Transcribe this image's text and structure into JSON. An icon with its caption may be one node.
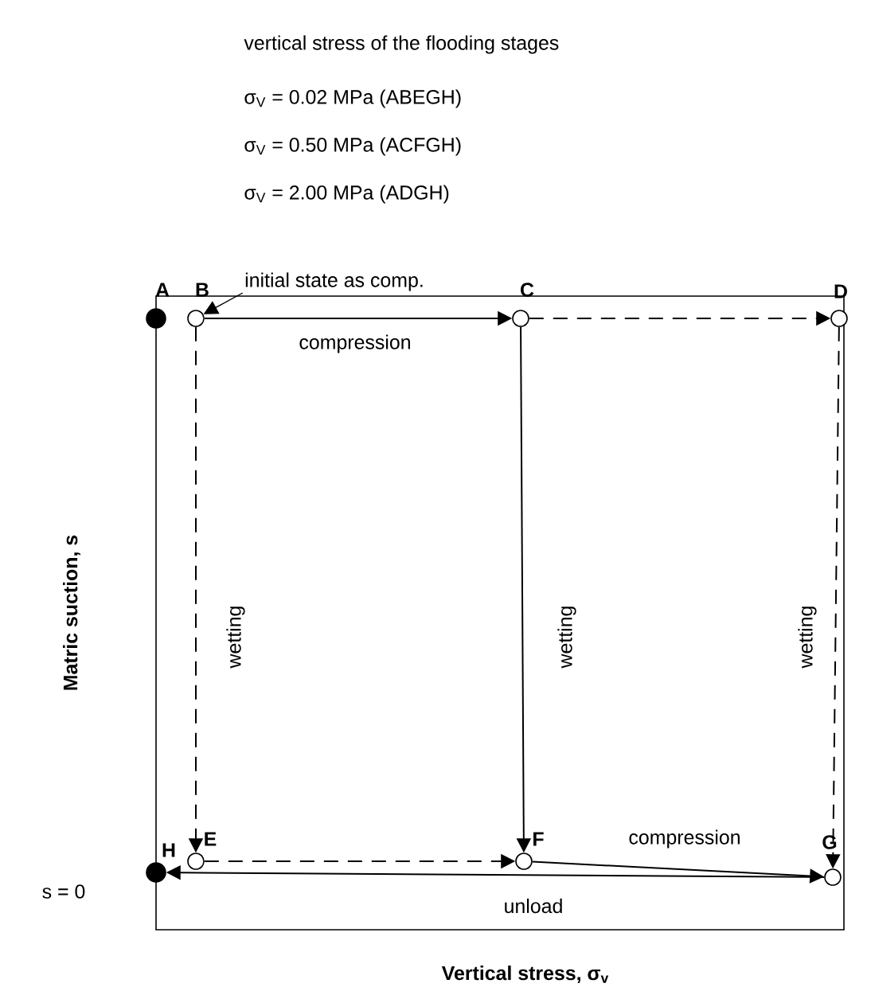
{
  "diagram": {
    "nodes": [
      {
        "text": [
          "A"
        ]
      },
      {
        "text": [
          "B"
        ]
      },
      {
        "text": [
          "C"
        ]
      },
      {
        "text": [
          "D"
        ]
      },
      {
        "text": [
          "E"
        ]
      },
      {
        "text": [
          "F"
        ]
      },
      {
        "text": [
          "G"
        ]
      },
      {
        "text": [
          "H"
        ]
      },
      {
        "text": [
          "initial state as comp."
        ]
      }
    ],
    "edges": [
      {
        "from": 1,
        "to": 2,
        "arrow": "to",
        "label": "compression"
      },
      {
        "from": 2,
        "to": 3,
        "arrow": "to",
        "style": "dashed"
      },
      {
        "from": 1,
        "to": 4,
        "arrow": "to",
        "style": "dashed",
        "label": "wetting"
      },
      {
        "from": 2,
        "to": 5,
        "arrow": "to",
        "label": "wetting"
      },
      {
        "from": 3,
        "to": 6,
        "arrow": "to",
        "style": "dashed",
        "label": "wetting"
      },
      {
        "from": 4,
        "to": 5,
        "arrow": "to",
        "style": "dashed"
      },
      {
        "from": 5,
        "to": 6,
        "arrow": "to",
        "label": "compression"
      },
      {
        "from": 6,
        "to": 7,
        "arrow": "to",
        "label": "unload"
      },
      {
        "from": 8,
        "to": 1,
        "arrow": "to"
      }
    ],
    "labels": [
      "vertical stress of the flooding stages",
      "σ$_{V}$ = 0.02 MPa (ABEGH)",
      "σ$_{V}$ = 0.50 MPa (ACFGH)",
      "σ$_{V}$ = 2.00 MPa (ADGH)",
      "Matric suction, s",
      "s = 0",
      "Vertical stress, σ$_{v}$"
    ]
  }
}
